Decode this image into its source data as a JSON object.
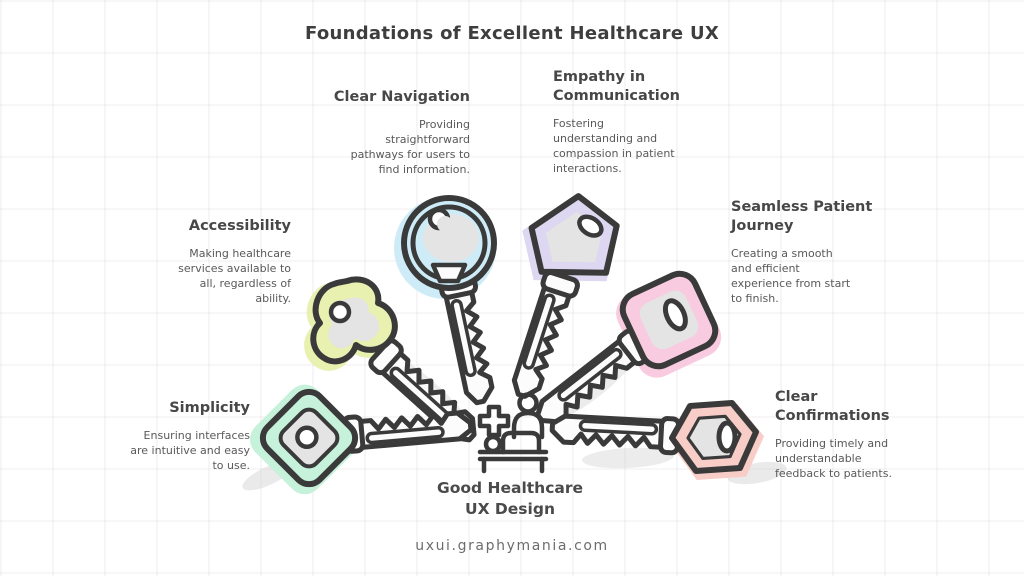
{
  "title": "Foundations of Excellent Healthcare UX",
  "footer_url": "uxui.graphymania.com",
  "center": {
    "caption": "Good Healthcare\nUX Design",
    "icons": [
      "medical-cross-icon",
      "caregiver-icon",
      "patient-bed-icon"
    ]
  },
  "style": {
    "outline_color": "#3a3a3a",
    "inner_gray": "#e4e4e4",
    "heading_color": "#474747",
    "body_color": "#595959",
    "blade_fill": "#fcfcfc"
  },
  "items": [
    {
      "id": "clear-navigation",
      "heading": "Clear Navigation",
      "description": "Providing\nstraightforward\npathways for users to\nfind information.",
      "color": "#cdecf7",
      "icon": "key-icon",
      "head_shape": "round"
    },
    {
      "id": "empathy-in-communication",
      "heading": "Empathy in\nCommunication",
      "description": "Fostering\nunderstanding and\ncompassion in patient\ninteractions.",
      "color": "#ddd7f1",
      "icon": "key-icon",
      "head_shape": "pentagon"
    },
    {
      "id": "accessibility",
      "heading": "Accessibility",
      "description": "Making healthcare\nservices available to\nall, regardless of\nability.",
      "color": "#e8f1b0",
      "icon": "key-icon",
      "head_shape": "clover"
    },
    {
      "id": "seamless-patient-journey",
      "heading": "Seamless Patient\nJourney",
      "description": "Creating a smooth\nand efficient\nexperience from start\nto finish.",
      "color": "#f9cbe0",
      "icon": "key-icon",
      "head_shape": "rounded-square"
    },
    {
      "id": "simplicity",
      "heading": "Simplicity",
      "description": "Ensuring interfaces\nare intuitive and easy\nto use.",
      "color": "#c6f2db",
      "icon": "key-icon",
      "head_shape": "diamond"
    },
    {
      "id": "clear-confirmations",
      "heading": "Clear\nConfirmations",
      "description": "Providing timely and\nunderstandable\nfeedback to patients.",
      "color": "#f8cdc7",
      "icon": "key-icon",
      "head_shape": "hexagon"
    }
  ]
}
